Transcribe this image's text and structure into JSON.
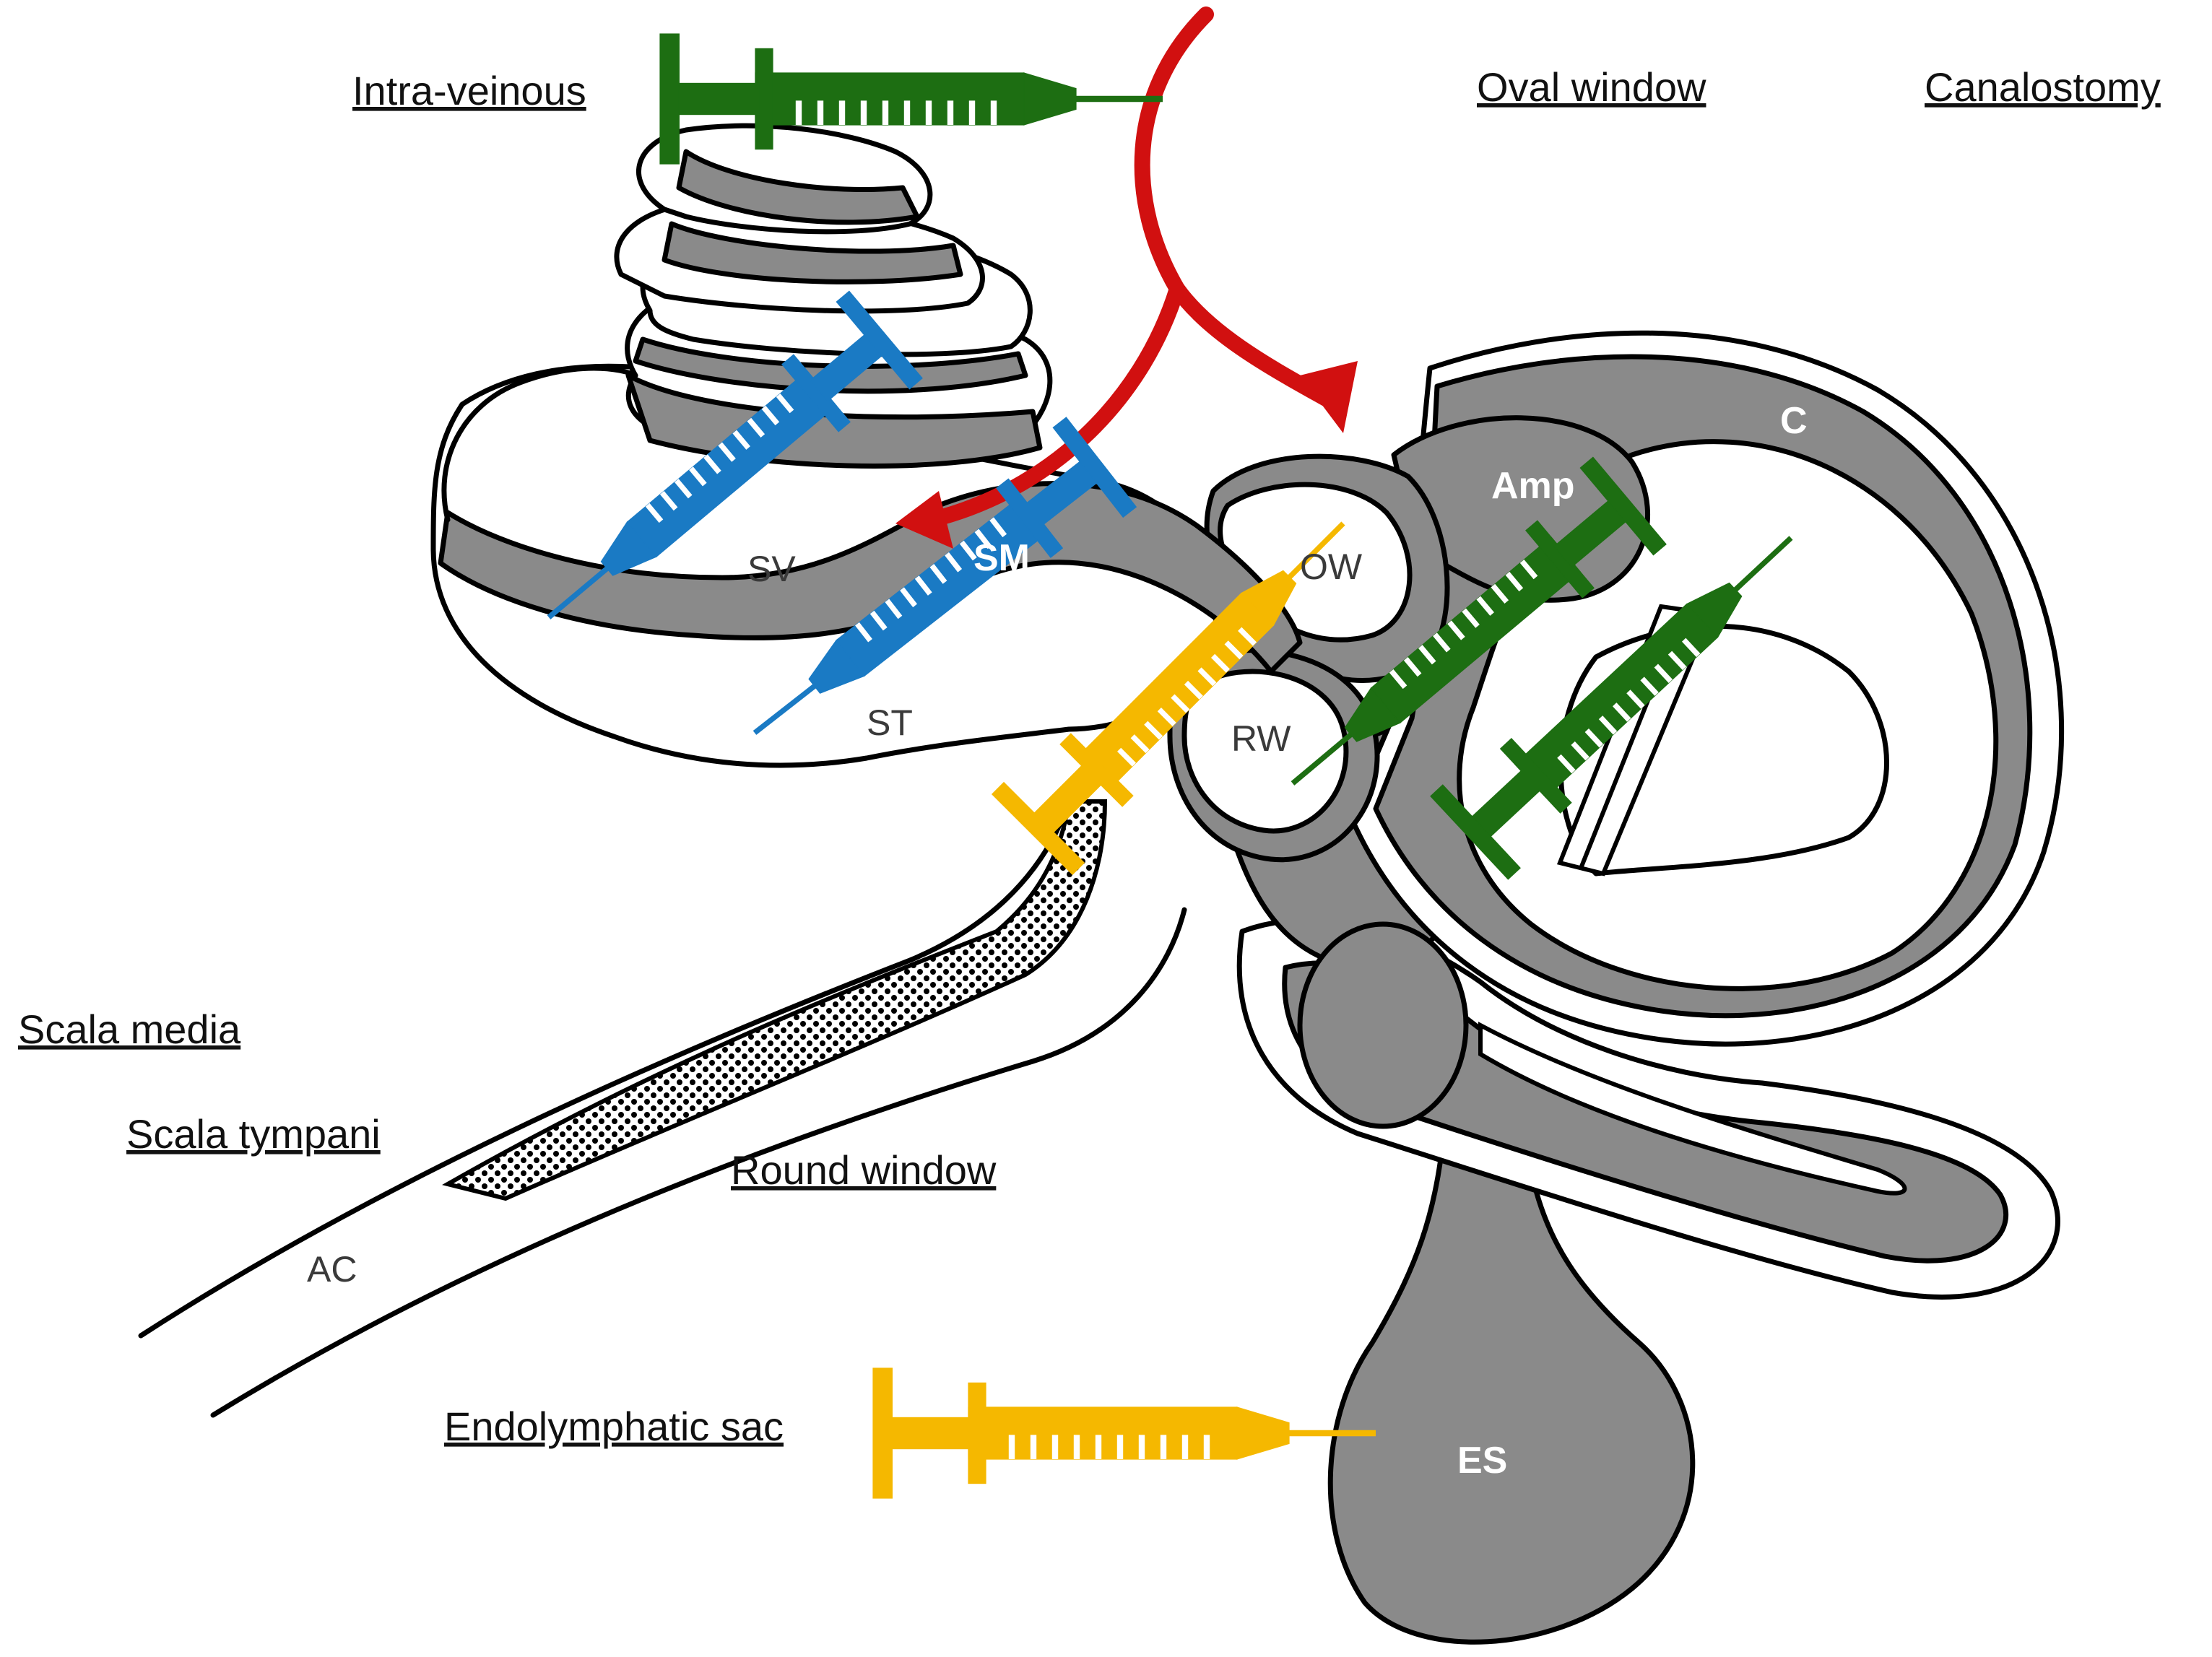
{
  "colors": {
    "blue": "#1a7ac4",
    "green": "#1d6e12",
    "yellow": "#f5b800",
    "red": "#d11010",
    "tissue": "#8a8a8a"
  },
  "routes": {
    "intra_veinous": "Intra-veinous",
    "oval_window": "Oval window",
    "canalostomy": "Canalostomy",
    "scala_media": "Scala media",
    "scala_tympani": "Scala tympani",
    "round_window": "Round window",
    "endolymphatic_sac": "Endolymphatic sac"
  },
  "structures": {
    "sv": "SV",
    "sm": "SM",
    "st": "ST",
    "ow": "OW",
    "rw": "RW",
    "amp": "Amp",
    "c": "C",
    "es": "ES",
    "ac": "AC"
  }
}
